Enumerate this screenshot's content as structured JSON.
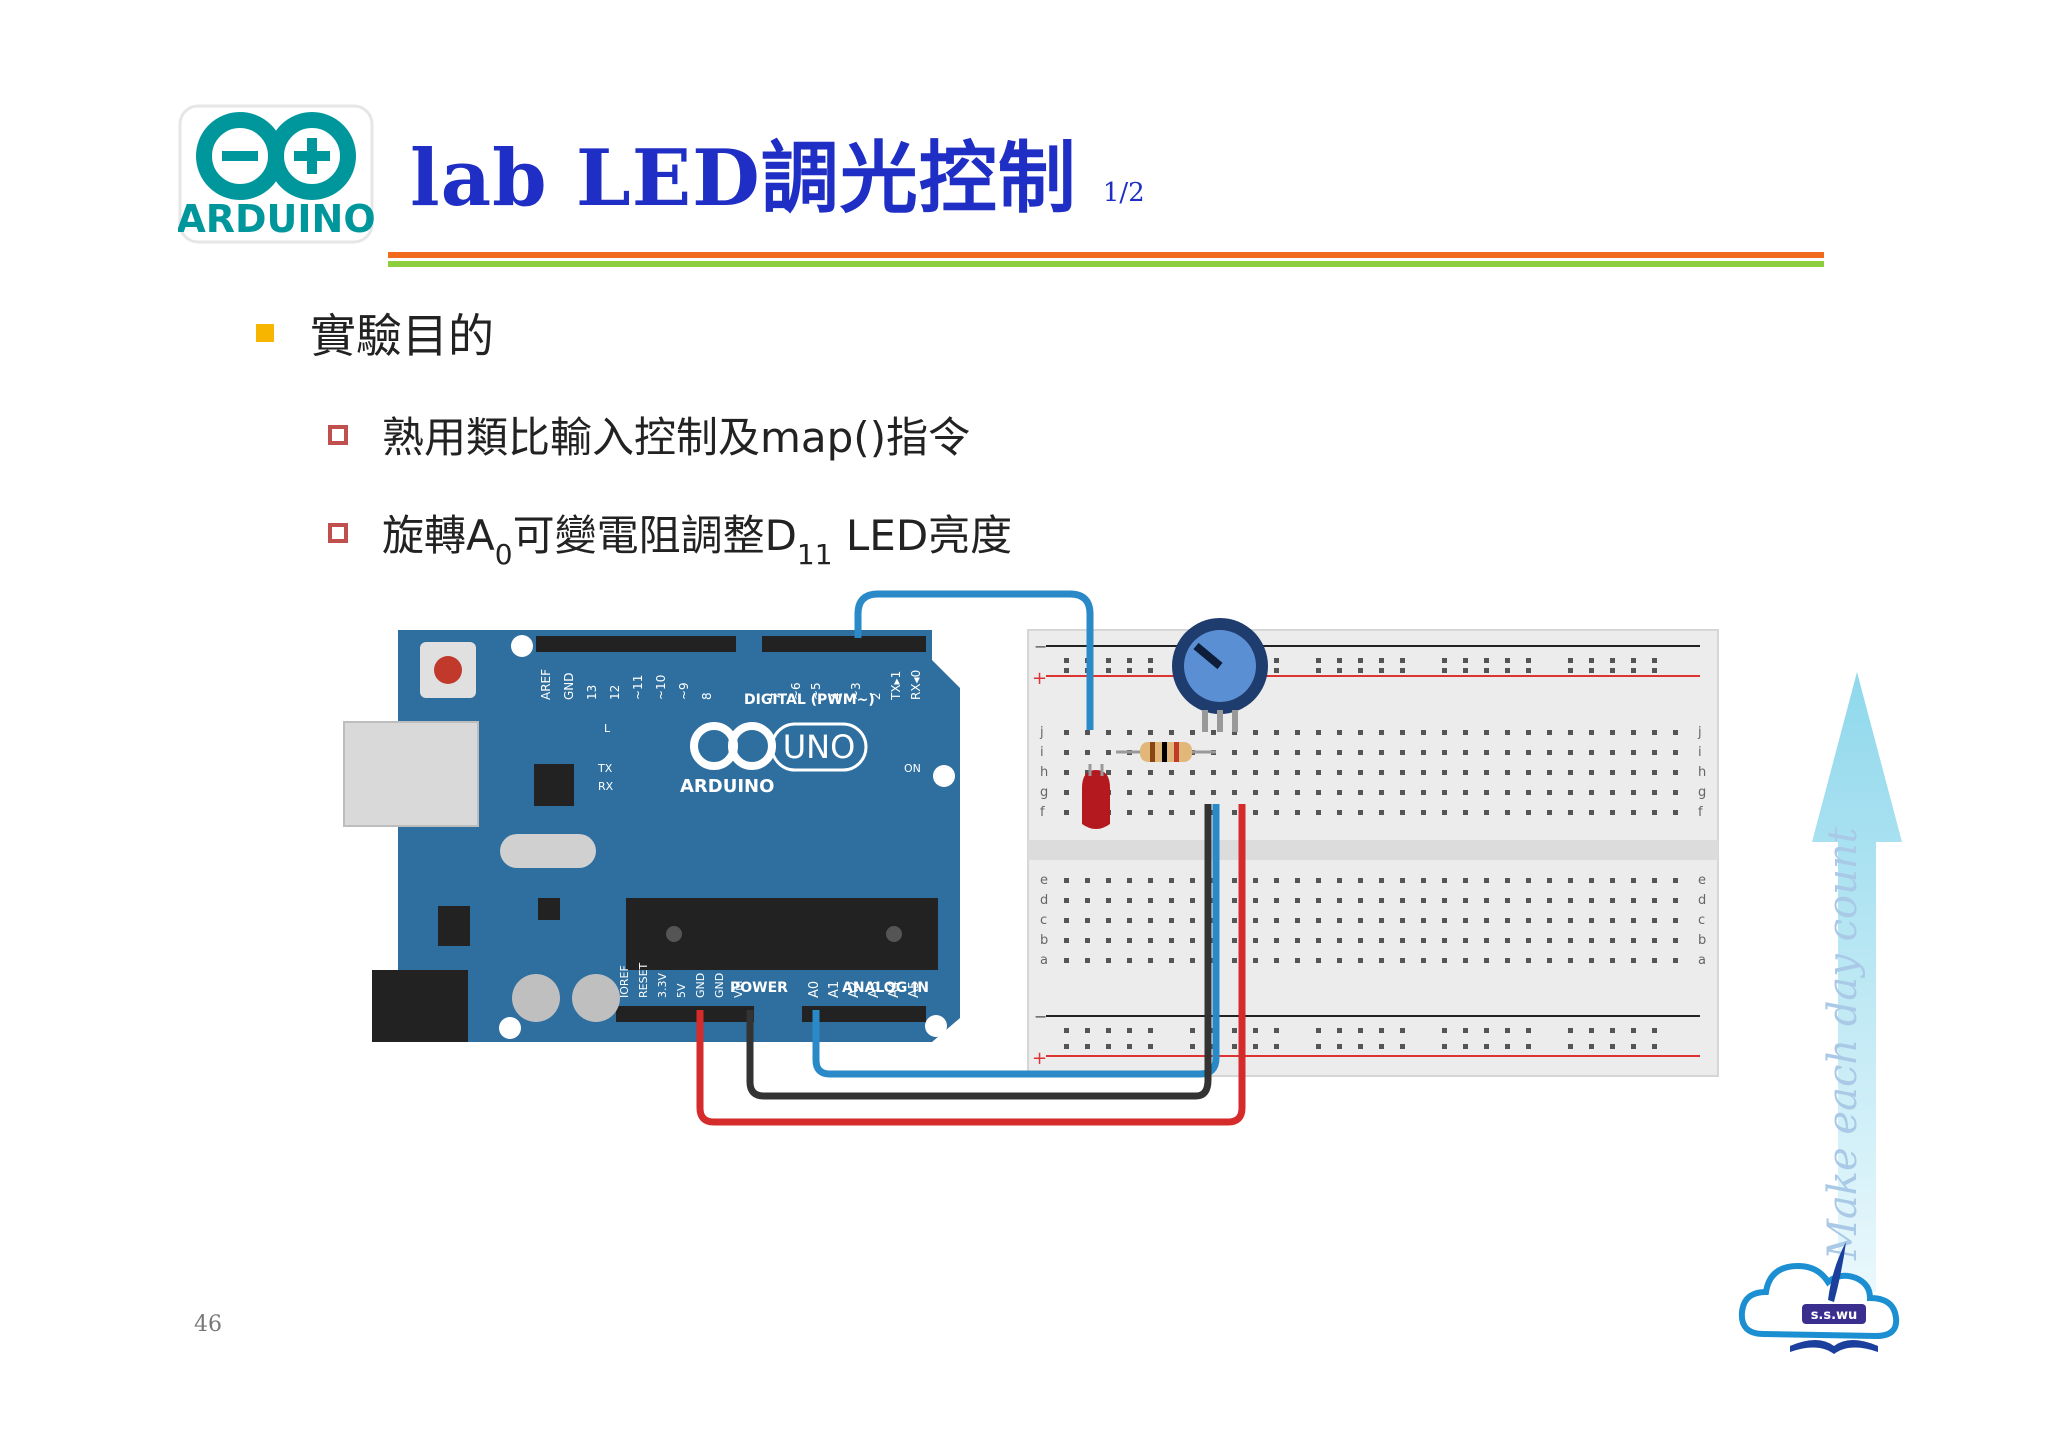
{
  "header": {
    "title": "lab LED調光控制",
    "title_fraction": "1/2",
    "logo_text": "ARDUINO"
  },
  "content": {
    "heading": "實驗目的",
    "items": [
      {
        "text": "熟用類比輸入控制及map()指令"
      },
      {
        "pre": "旋轉A",
        "sub1": "0",
        "mid": "可變電阻調整D",
        "sub2": "11",
        "post": " LED亮度"
      }
    ]
  },
  "board": {
    "label_digital": "DIGITAL (PWM~)",
    "label_uno": "UNO",
    "label_brand": "ARDUINO",
    "label_power": "POWER",
    "label_analog": "ANALOG IN",
    "label_on": "ON",
    "label_tx": "TX",
    "label_rx": "RX",
    "label_l": "L",
    "digital_pins": [
      "AREF",
      "GND",
      "13",
      "12",
      "~11",
      "~10",
      "~9",
      "8",
      "7",
      "~6",
      "~5",
      "4",
      "~3",
      "2",
      "TX▸1",
      "RX◂0"
    ],
    "power_pins": [
      "IOREF",
      "RESET",
      "3.3V",
      "5V",
      "GND",
      "GND",
      "Vin"
    ],
    "analog_pins": [
      "A0",
      "A1",
      "A2",
      "A3",
      "A4",
      "A5"
    ]
  },
  "breadboard": {
    "rows_top": [
      "j",
      "i",
      "h",
      "g",
      "f"
    ],
    "rows_bottom": [
      "e",
      "d",
      "c",
      "b",
      "a"
    ],
    "plus": "+",
    "minus": "−"
  },
  "footer": {
    "page_number": "46",
    "motto": "Make each day count",
    "badge": "s.s.wu"
  },
  "colors": {
    "title": "#1f2ec4",
    "rule_orange": "#f26b1d",
    "rule_green": "#8dce3f",
    "bullet_fill": "#f7b500",
    "bullet_open": "#c0504d",
    "board_blue": "#2f6f9f",
    "logo_teal": "#00979c"
  }
}
